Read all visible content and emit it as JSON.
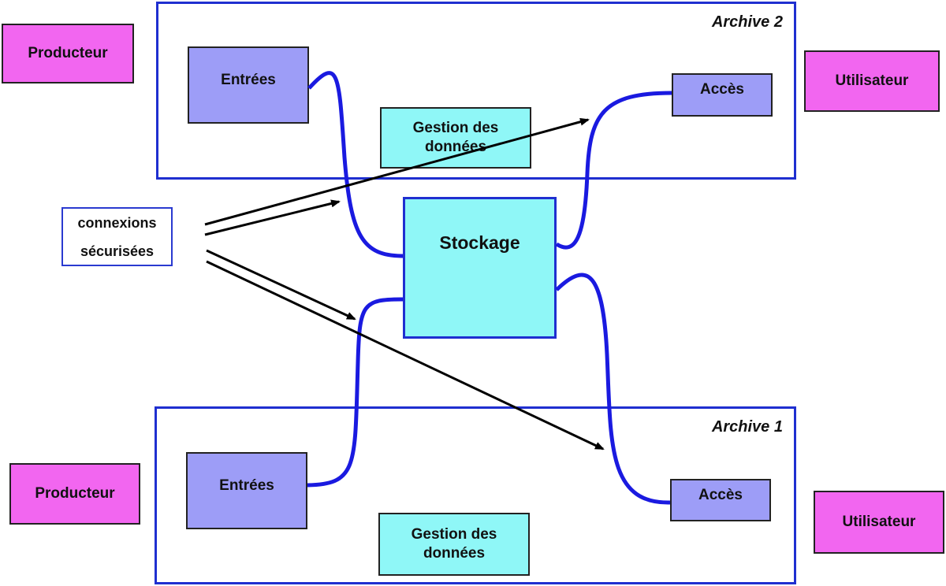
{
  "archive_top": {
    "title": "Archive 2"
  },
  "archive_bottom": {
    "title": "Archive 1"
  },
  "producer_top": "Producteur",
  "producer_bottom": "Producteur",
  "user_top": "Utilisateur",
  "user_bottom": "Utilisateur",
  "entries_top": "Entrées",
  "entries_bottom": "Entrées",
  "access_top": "Accès",
  "access_bottom": "Accès",
  "data_mgmt_top": {
    "line1": "Gestion des",
    "line2": "données"
  },
  "data_mgmt_bottom": {
    "line1": "Gestion des",
    "line2": "données"
  },
  "storage": "Stockage",
  "secure_connections": {
    "line1": "connexions",
    "line2": "sécurisées"
  },
  "colors": {
    "archive_border": "#1f2fd0",
    "link_blue": "#1a1ae0",
    "producer_pink": "#f266f0",
    "entry_lavender": "#9d9df7",
    "cyan": "#8ff7f7",
    "arrow": "#000000"
  }
}
